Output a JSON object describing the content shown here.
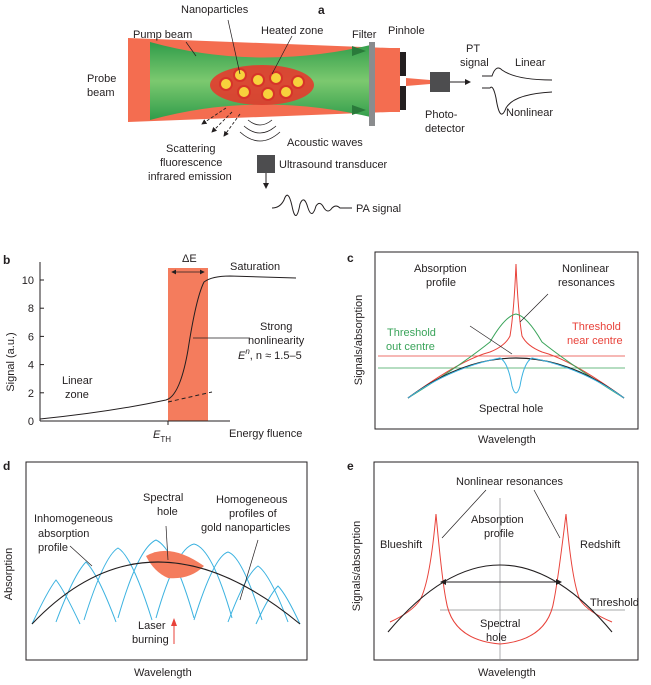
{
  "panel_a": {
    "letter": "a",
    "probe_beam": [
      "Probe",
      "beam"
    ],
    "pump_beam": "Pump beam",
    "nanoparticles": "Nanoparticles",
    "heated_zone": "Heated zone",
    "filter": "Filter",
    "pinhole": "Pinhole",
    "pt_signal": [
      "PT",
      "signal"
    ],
    "linear": "Linear",
    "nonlinear": "Nonlinear",
    "photodetector": [
      "Photo-",
      "detector"
    ],
    "acoustic_waves": "Acoustic waves",
    "scattering": [
      "Scattering",
      "fluorescence",
      "infrared emission"
    ],
    "ultrasound": "Ultrasound transducer",
    "pa_signal": "PA signal"
  },
  "panel_b": {
    "letter": "b",
    "ylabel": "Signal (a.u.)",
    "xlabel": "Energy fluence",
    "yticks": [
      "0",
      "2",
      "4",
      "6",
      "8",
      "10"
    ],
    "eth": "E",
    "eth_sub": "TH",
    "delta_e": "ΔE",
    "saturation": "Saturation",
    "linear_zone": [
      "Linear",
      "zone"
    ],
    "strong_nl": [
      "Strong",
      "nonlinearity"
    ],
    "power_law": "E",
    "power_exp": "n",
    "power_range": ",  n ≈ 1.5–5",
    "colors": {
      "band": "#f47c5d",
      "curve": "#231f20"
    }
  },
  "panel_c": {
    "letter": "c",
    "ylabel": "Signals/absorption",
    "xlabel": "Wavelength",
    "absorption_profile": [
      "Absorption",
      "profile"
    ],
    "nonlinear_res": [
      "Nonlinear",
      "resonances"
    ],
    "threshold_out": [
      "Threshold",
      "out centre"
    ],
    "threshold_near": [
      "Threshold",
      "near centre"
    ],
    "spectral_hole": "Spectral hole",
    "colors": {
      "green": "#3aa45a",
      "red": "#e8423a",
      "blue": "#3bb2e0"
    }
  },
  "panel_d": {
    "letter": "d",
    "ylabel": "Absorption",
    "xlabel": "Wavelength",
    "inhomogeneous": [
      "Inhomogeneous",
      "absorption",
      "profile"
    ],
    "spectral_hole": [
      "Spectral",
      "hole"
    ],
    "homogeneous": [
      "Homogeneous",
      "profiles of",
      "gold nanoparticles"
    ],
    "laser": [
      "Laser",
      "burning"
    ]
  },
  "panel_e": {
    "letter": "e",
    "ylabel": "Signals/absorption",
    "xlabel": "Wavelength",
    "nonlinear_res": "Nonlinear resonances",
    "absorption_profile": [
      "Absorption",
      "profile"
    ],
    "blueshift": "Blueshift",
    "redshift": "Redshift",
    "threshold": "Threshold",
    "spectral_hole": [
      "Spectral",
      "hole"
    ]
  }
}
